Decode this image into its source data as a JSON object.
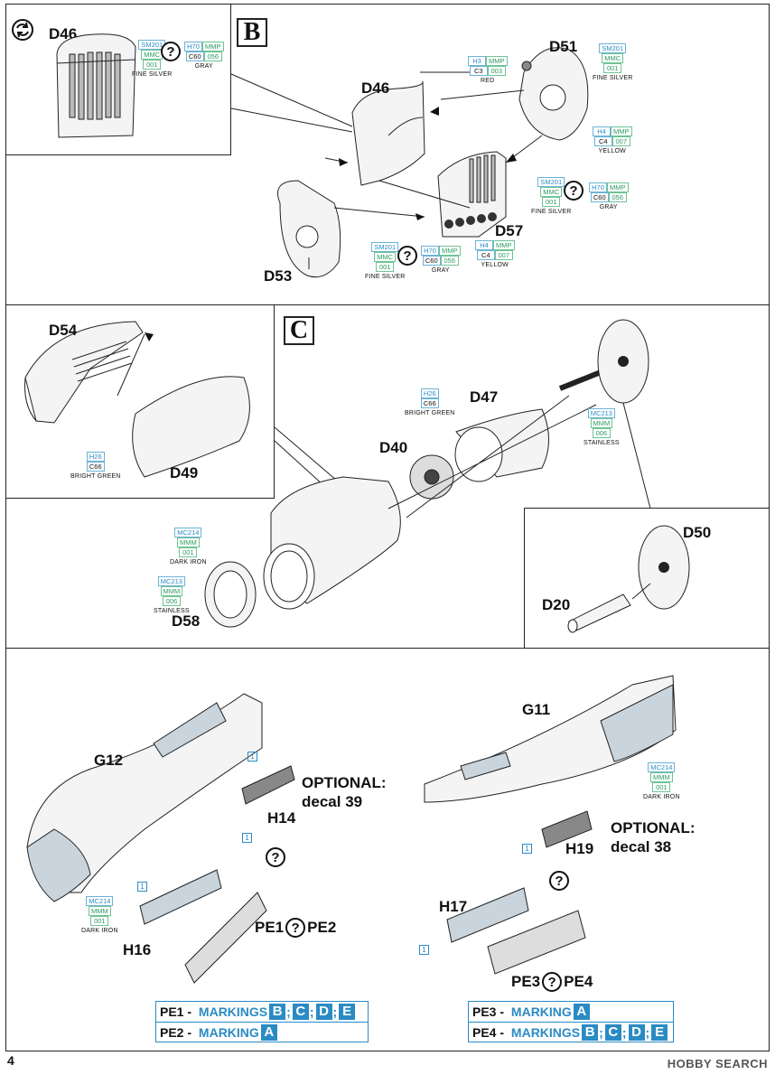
{
  "page_number": "4",
  "watermark": "HOBBY SEARCH",
  "section_b": {
    "letter": "B",
    "inset_part": "D46",
    "inset_paint_1": {
      "h": "SM201",
      "c": "MMC",
      "m": "001",
      "name": "FINE SILVER"
    },
    "inset_paint_2": {
      "h": "H70",
      "c": "MMP",
      "m": "C60",
      "m2": "056",
      "name": "GRAY"
    },
    "parts": {
      "d46": "D46",
      "d51": "D51",
      "d53": "D53",
      "d57": "D57"
    },
    "paint_red": {
      "h": "H3",
      "m1": "MMP",
      "c": "C3",
      "m2": "003",
      "name": "RED"
    },
    "paint_fine_silver_top": {
      "h": "SM201",
      "c": "MMC",
      "m": "001",
      "name": "FINE SILVER"
    },
    "paint_yellow_right": {
      "h": "H4",
      "m1": "MMP",
      "c": "C4",
      "m2": "007",
      "name": "YELLOW"
    },
    "paint_fine_silver_mid": {
      "h": "SM201",
      "c": "MMC",
      "m": "001",
      "name": "FINE SILVER"
    },
    "paint_gray_right": {
      "h": "H70",
      "m1": "MMP",
      "c": "C60",
      "m2": "056",
      "name": "GRAY"
    },
    "paint_yellow_bottom": {
      "h": "H4",
      "m1": "MMP",
      "c": "C4",
      "m2": "007",
      "name": "YELLOW"
    },
    "paint_fine_silver_bottom": {
      "h": "SM201",
      "c": "MMC",
      "m": "001",
      "name": "FINE SILVER"
    },
    "paint_gray_bottom": {
      "h": "H70",
      "m1": "MMP",
      "c": "C60",
      "m2": "056",
      "name": "GRAY"
    }
  },
  "section_c": {
    "letter": "C",
    "parts": {
      "d54": "D54",
      "d49": "D49",
      "d47": "D47",
      "d40": "D40",
      "d58": "D58",
      "d50": "D50",
      "d20": "D20"
    },
    "paint_bright_green_inset": {
      "h": "H26",
      "c": "C66",
      "name": "BRIGHT GREEN"
    },
    "paint_bright_green": {
      "h": "H26",
      "c": "C66",
      "name": "BRIGHT GREEN"
    },
    "paint_stainless_right": {
      "h": "MC213",
      "c": "MMM",
      "m": "006",
      "name": "STAINLESS"
    },
    "paint_dark_iron": {
      "h": "MC214",
      "c": "MMM",
      "m": "001",
      "name": "DARK IRON"
    },
    "paint_stainless_left": {
      "h": "MC213",
      "c": "MMM",
      "m": "006",
      "name": "STAINLESS"
    }
  },
  "section_d": {
    "parts": {
      "g12": "G12",
      "g11": "G11",
      "h14": "H14",
      "h16": "H16",
      "h17": "H17",
      "h19": "H19"
    },
    "optional_left": {
      "line1": "OPTIONAL:",
      "line2": "decal 39"
    },
    "optional_right": {
      "line1": "OPTIONAL:",
      "line2": "decal 38"
    },
    "pe_left": {
      "a": "PE1",
      "b": "PE2"
    },
    "pe_right": {
      "a": "PE3",
      "b": "PE4"
    },
    "paint_dark_iron_left": {
      "h": "MC214",
      "c": "MMM",
      "m": "001",
      "name": "DARK IRON"
    },
    "paint_dark_iron_right": {
      "h": "MC214",
      "c": "MMM",
      "m": "001",
      "name": "DARK IRON"
    },
    "tag": "1",
    "qmark": "?"
  },
  "legend_left": [
    {
      "pe": "PE1",
      "dash": " - ",
      "label": "MARKINGS",
      "marks": [
        "B",
        "C",
        "D",
        "E"
      ]
    },
    {
      "pe": "PE2",
      "dash": " - ",
      "label": "MARKING",
      "marks": [
        "A"
      ]
    }
  ],
  "legend_right": [
    {
      "pe": "PE3",
      "dash": " - ",
      "label": "MARKING",
      "marks": [
        "A"
      ]
    },
    {
      "pe": "PE4",
      "dash": " - ",
      "label": "MARKINGS",
      "marks": [
        "B",
        "C",
        "D",
        "E"
      ]
    }
  ],
  "colors": {
    "accent_blue": "#2a8bc4",
    "accent_green": "#2e9a62",
    "line": "#222222",
    "part_fill": "#f4f4f4",
    "shade": "#c9d4dc"
  }
}
